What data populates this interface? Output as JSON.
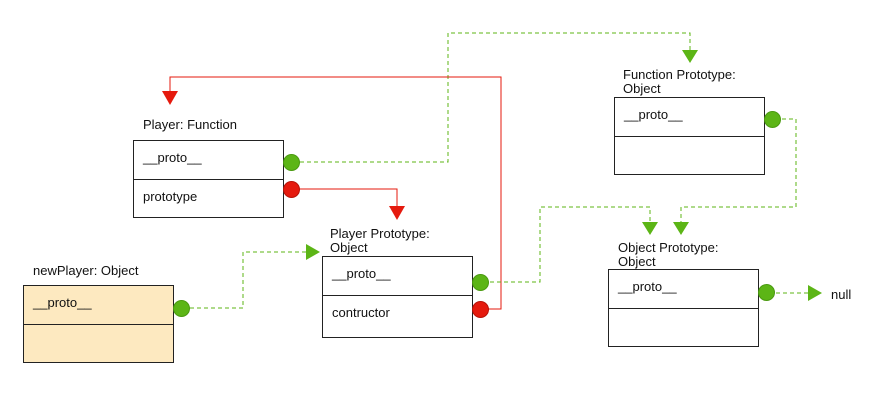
{
  "colors": {
    "proto_link": "#5cb516",
    "prototype_link": "#e51a0e",
    "instance_fill": "#fde9c0",
    "box_border": "#222222"
  },
  "boxes": {
    "player_function": {
      "title": "Player: Function",
      "rows": [
        "__proto__",
        "prototype"
      ]
    },
    "player_prototype": {
      "title": "Player Prototype:\nObject",
      "rows": [
        "__proto__",
        "contructor"
      ]
    },
    "new_player": {
      "title": "newPlayer: Object",
      "rows": [
        "__proto__",
        ""
      ]
    },
    "function_prototype": {
      "title": "Function Prototype:\nObject",
      "rows": [
        "__proto__",
        ""
      ]
    },
    "object_prototype": {
      "title": "Object Prototype:\nObject",
      "rows": [
        "__proto__",
        ""
      ]
    }
  },
  "null_label": "null"
}
